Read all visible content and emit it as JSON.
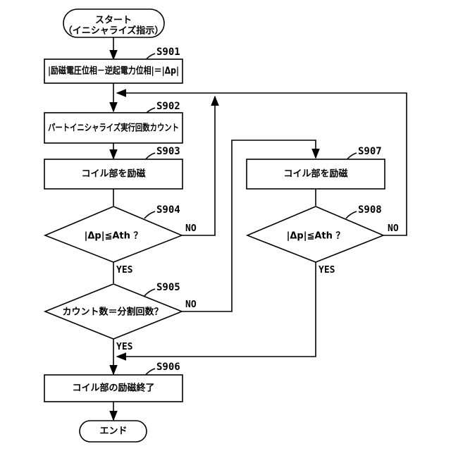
{
  "nodes": {
    "start_line1": "スタート",
    "start_line2": "（イニシャライズ指示）",
    "s901": "|励磁電圧位相－逆起電力位相|＝|Δp|",
    "s902": "パートイニシャライズ実行回数カウント",
    "s903": "コイル部を励磁",
    "s904": "|Δp|≦Ath ？",
    "s905": "カウント数＝分割回数？",
    "s906": "コイル部の励磁終了",
    "s907": "コイル部を励磁",
    "s908": "|Δp|≦Ath ？",
    "end": "エンド"
  },
  "steps": {
    "s901": "S901",
    "s902": "S902",
    "s903": "S903",
    "s904": "S904",
    "s905": "S905",
    "s906": "S906",
    "s907": "S907",
    "s908": "S908"
  },
  "branches": {
    "s904_no": "NO",
    "s904_yes": "YES",
    "s905_no": "NO",
    "s905_yes": "YES",
    "s908_no": "NO",
    "s908_yes": "YES"
  },
  "colors": {
    "stroke": "#000000",
    "fill": "#ffffff"
  }
}
